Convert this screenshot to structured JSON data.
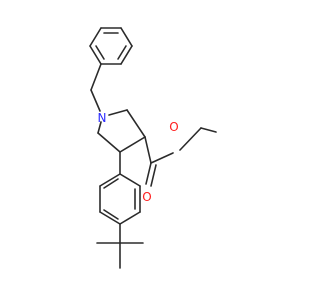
{
  "molecule": {
    "atoms": {
      "nitrogen": {
        "symbol": "N",
        "color": "#2b2bff"
      },
      "ester_carbonyl_oxygen": {
        "symbol": "O",
        "color": "#ff1f1f"
      },
      "ester_ether_oxygen": {
        "symbol": "O",
        "color": "#ff1f1f"
      }
    },
    "bond_color": "#2b2b2b",
    "fragments": [
      "benzyl",
      "pyrrolidine",
      "ethyl ester",
      "4-tert-butylphenyl"
    ]
  }
}
